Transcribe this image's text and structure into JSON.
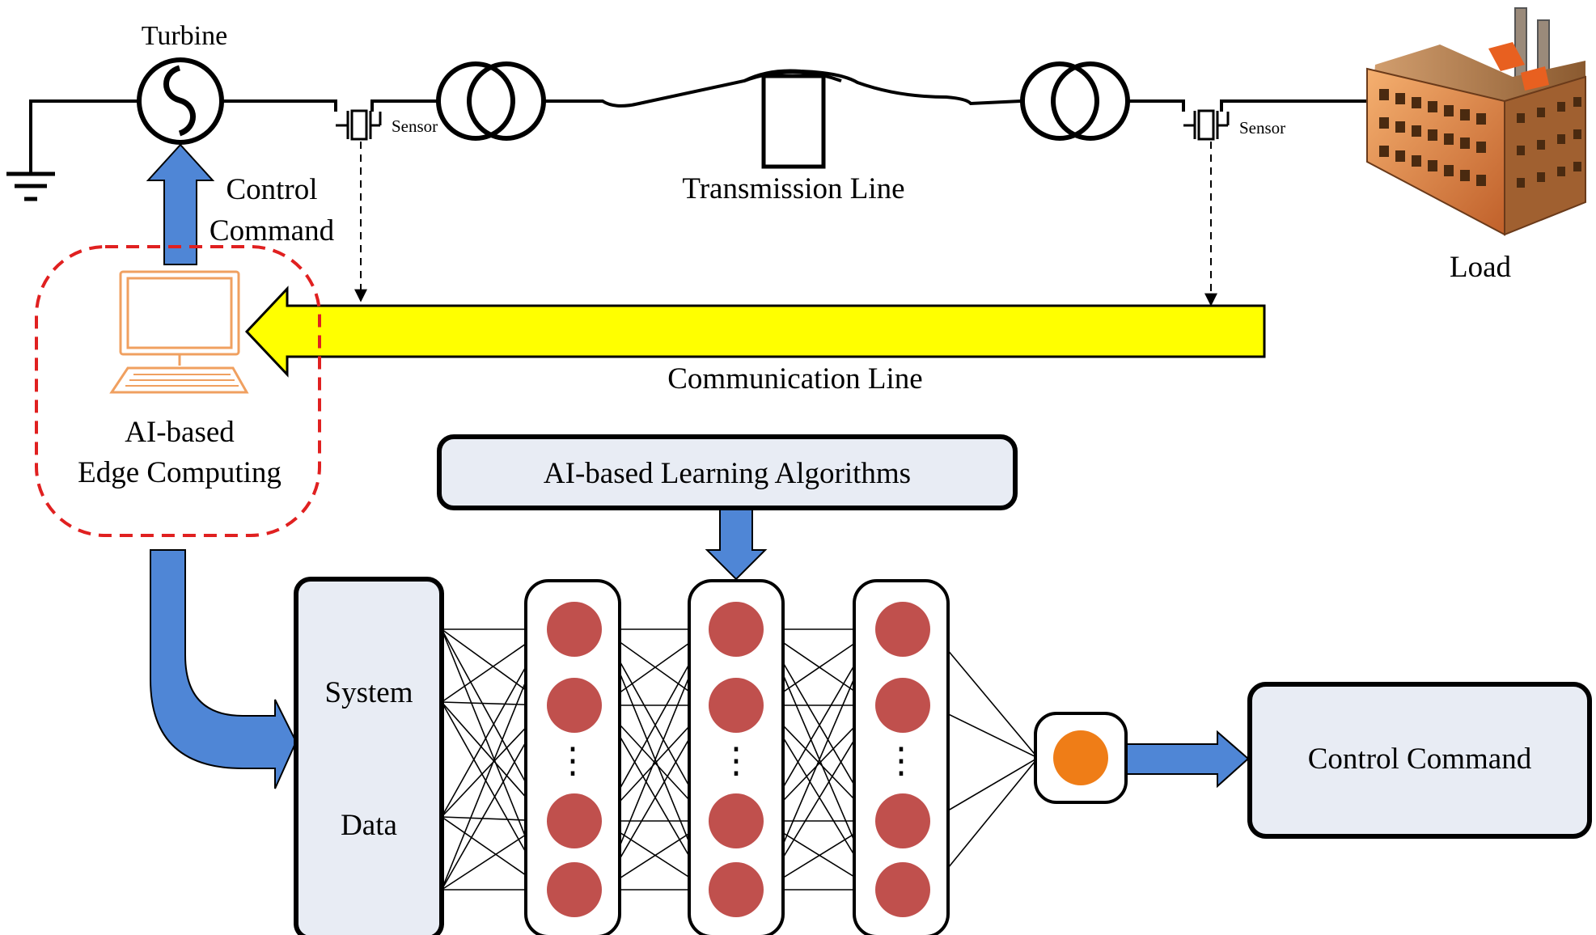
{
  "labels": {
    "turbine": "Turbine",
    "sensor_left": "Sensor",
    "sensor_right": "Sensor",
    "transmission_line": "Transmission Line",
    "load": "Load",
    "control_command_line1": "Control",
    "control_command_line2": "Command",
    "communication_line": "Communication Line",
    "edge_line1": "AI-based",
    "edge_line2": "Edge Computing",
    "algorithms": "AI-based Learning Algorithms",
    "system_data_line1": "System",
    "system_data_line2": "Data",
    "output_control": "Control Command",
    "ellipsis": "⋮"
  },
  "icons": [
    "turbine-icon",
    "sensor-icon",
    "transformer-icon",
    "ground-icon",
    "factory-icon",
    "laptop-icon"
  ],
  "colors": {
    "arrow_blue": "#4f86d6",
    "comm_line_yellow": "#ffff00",
    "edge_dashed_red": "#e02020",
    "neuron_red": "#c0504d",
    "output_orange": "#ef7d17",
    "box_fill": "#e8ecf4",
    "laptop_orange": "#f0a060"
  }
}
